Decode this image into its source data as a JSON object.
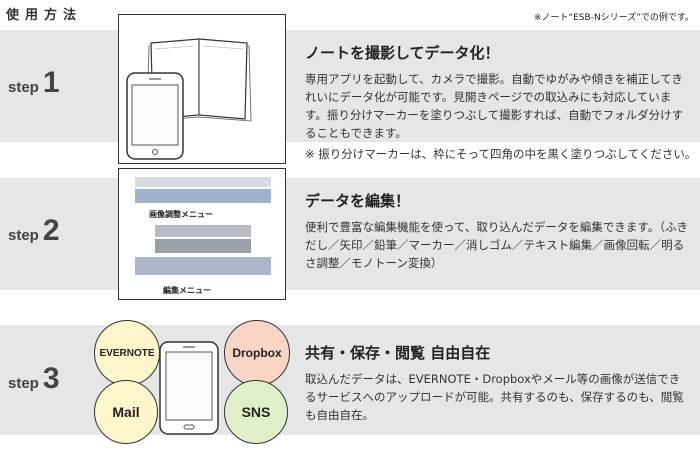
{
  "header": {
    "title": "使用方法",
    "example_note": "※ノート“ESB-Nシリーズ”での例です。"
  },
  "steps": [
    {
      "word": "step",
      "num": "1",
      "heading": "ノートを撮影してデータ化！",
      "body": "専用アプリを起動して、カメラで撮影。自動でゆがみや傾きを補正してきれいにデータ化が可能です。見開きページでの取込みにも対応しています。振り分けマーカーを塗りつぶして撮影すれば、自動でフォルダ分けすることもできます。",
      "note": "※ 振り分けマーカーは、枠にそって四角の中を黒く塗りつぶしてください。"
    },
    {
      "word": "step",
      "num": "2",
      "heading": "データを編集！",
      "body": "便利で豊富な編集機能を使って、取り込んだデータを編集できます。（ふきだし／矢印／鉛筆／マーカー／消しゴム／テキスト編集／画像回転／明るさ調整／モノトーン変換）",
      "caption_top": "画像調整メニュー",
      "caption_bottom": "編集メニュー"
    },
    {
      "word": "step",
      "num": "3",
      "heading": "共有・保存・閲覧 自由自在",
      "body": "取込んだデータは、EVERNOTE・Dropboxやメール等の画像が送信できるサービスへのアップロードが可能。共有するのも、保存するのも、閲覧も自由自在。",
      "services": [
        "EVERNOTE",
        "Dropbox",
        "Mail",
        "SNS"
      ]
    }
  ],
  "colors": {
    "band": "#e6e6e6",
    "evernote": "#fff6cc",
    "dropbox": "#f9d5c4",
    "mail": "#fff6cc",
    "sns": "#dff0c8"
  }
}
